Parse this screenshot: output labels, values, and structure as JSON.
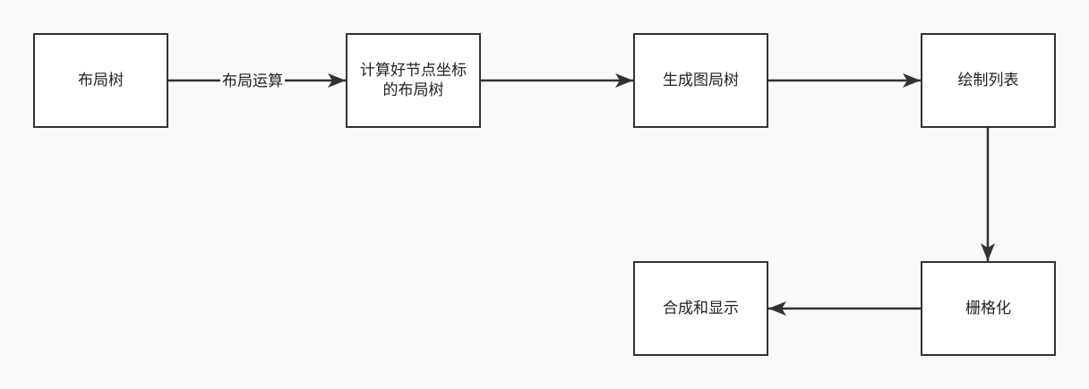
{
  "nodes": {
    "layout_tree": "布局树",
    "computed_tree": "计算好节点坐标的布局树",
    "layer_tree": "生成图局树",
    "paint_list": "绘制列表",
    "raster": "栅格化",
    "composite": "合成和显示"
  },
  "edges": {
    "layout_op": "布局运算"
  },
  "colors": {
    "background": "#f9f9f9",
    "stroke": "#333333",
    "node_fill": "#ffffff"
  }
}
